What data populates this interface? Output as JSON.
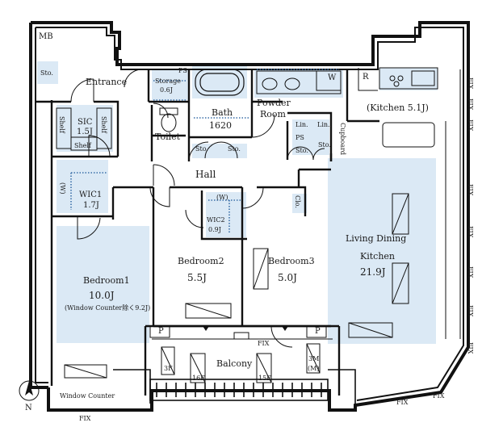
{
  "colors": {
    "wall": "#111111",
    "room_fill": "#dbe9f5",
    "bath_fill": "#cfe3f2"
  },
  "rooms": {
    "mb": "MB",
    "sto_entrance": "Sto.",
    "entrance": "Entrance",
    "storage": "Storage",
    "storage_size": "0.6J",
    "ps_top": "PS",
    "bath": "Bath",
    "bath_size": "1620",
    "toilet": "Toilet",
    "powder": "Powder",
    "powder_room": "Room",
    "w": "W",
    "r": "R",
    "kitchen": "(Kitchen 5.1J)",
    "sic": "SIC",
    "sic_size": "1.5J",
    "shelf_left": "Shelf",
    "shelf_right": "Shelf",
    "shelf_bottom": "Shelf",
    "sto_hall_1": "Sto.",
    "sto_hall_2": "Sto.",
    "lin_1": "Lin.",
    "lin_2": "Lin.",
    "ps_mid": "PS",
    "sto_powder_1": "Sto.",
    "sto_powder_2": "Sto.",
    "cupboard": "Cupboard",
    "hall": "Hall",
    "wic1_w": "(W)",
    "wic1": "WIC1",
    "wic1_size": "1.7J",
    "wic2_w": "(W)",
    "wic2": "WIC2",
    "wic2_size": "0.9J",
    "clo": "Clo.",
    "ldk_1": "Living Dining",
    "ldk_2": "Kitchen",
    "ldk_size": "21.9J",
    "bedroom1": "Bedroom1",
    "bedroom1_size": "10.0J",
    "bedroom1_note": "(Window Counter除く9.2J)",
    "bedroom2": "Bedroom2",
    "bedroom2_size": "5.5J",
    "bedroom3": "Bedroom3",
    "bedroom3_size": "5.0J",
    "balcony": "Balcony",
    "p_1": "P",
    "p_2": "P",
    "bal_3f": "3F",
    "bal_16f": "16F",
    "bal_15f": "15F",
    "bal_3m": "3M",
    "bal_ms": "(M)",
    "window_counter": "Window Counter",
    "north": "N"
  },
  "fix_labels": {
    "right_1": "FIX",
    "right_2": "FIX",
    "right_3": "FIX",
    "right_4": "FIX",
    "right_5": "FIX",
    "right_6": "FIX",
    "right_7": "FIX",
    "right_8": "FIX",
    "bottom_right_1": "FIX",
    "bottom_right_2": "FIX",
    "bottom_left": "FIX",
    "balcony": "FIX"
  }
}
